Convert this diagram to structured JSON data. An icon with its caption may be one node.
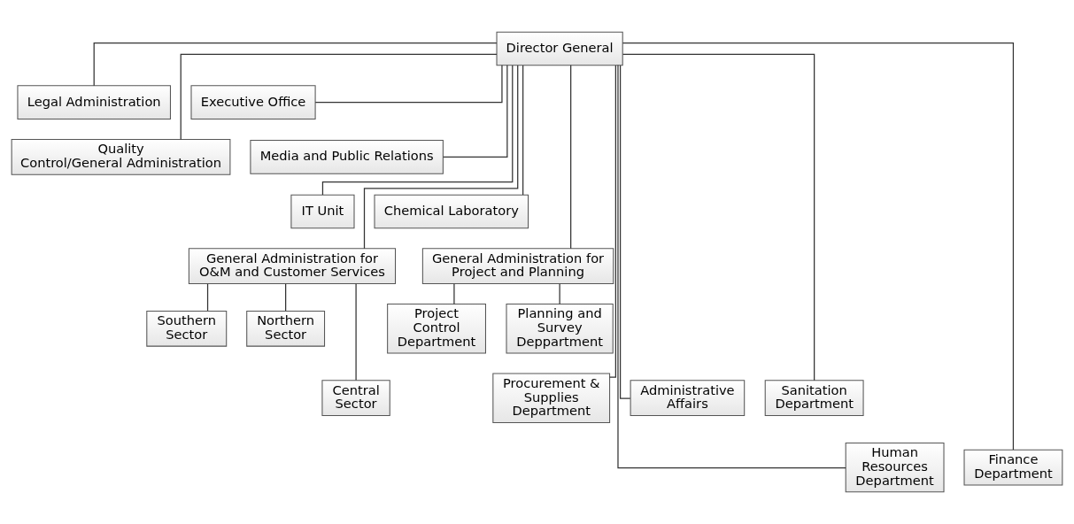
{
  "diagram": {
    "nodes": [
      {
        "text": [
          "Director General"
        ]
      },
      {
        "text": [
          "Legal Administration"
        ]
      },
      {
        "text": [
          "Executive Office"
        ]
      },
      {
        "text": [
          "Quality Control/General Administration"
        ]
      },
      {
        "text": [
          "Media and Public Relations"
        ]
      },
      {
        "text": [
          "IT Unit"
        ]
      },
      {
        "text": [
          "Chemical Laboratory"
        ]
      },
      {
        "text": [
          "General Administration for O&M and Customer Services"
        ]
      },
      {
        "text": [
          "General Administration for Project and Planning"
        ]
      },
      {
        "text": [
          "Procurement & Supplies Department"
        ]
      },
      {
        "text": [
          "Administrative Affairs"
        ]
      },
      {
        "text": [
          "Sanitation Department"
        ]
      },
      {
        "text": [
          "Southern Sector"
        ]
      },
      {
        "text": [
          "Northern Sector"
        ]
      },
      {
        "text": [
          "Project Control Department"
        ]
      },
      {
        "text": [
          "Planning and Survey Deppartment"
        ]
      },
      {
        "text": [
          "Human Resources Department"
        ]
      },
      {
        "text": [
          "Finance Department"
        ]
      },
      {
        "text": [
          "Central Sector"
        ]
      }
    ],
    "edges": [
      {
        "from": 0,
        "to": 1,
        "arrow": "none"
      },
      {
        "from": 0,
        "to": 2,
        "arrow": "none"
      },
      {
        "from": 0,
        "to": 3,
        "arrow": "none"
      },
      {
        "from": 0,
        "to": 4,
        "arrow": "none"
      },
      {
        "from": 0,
        "to": 5,
        "arrow": "none"
      },
      {
        "from": 0,
        "to": 6,
        "arrow": "none"
      },
      {
        "from": 0,
        "to": 7,
        "arrow": "none"
      },
      {
        "from": 0,
        "to": 8,
        "arrow": "none"
      },
      {
        "from": 0,
        "to": 9,
        "arrow": "none"
      },
      {
        "from": 0,
        "to": 16,
        "arrow": "none"
      },
      {
        "from": 0,
        "to": 10,
        "arrow": "none"
      },
      {
        "from": 0,
        "to": 17,
        "arrow": "none"
      },
      {
        "from": 0,
        "to": 11,
        "arrow": "none"
      },
      {
        "from": 7,
        "to": 12,
        "arrow": "none"
      },
      {
        "from": 7,
        "to": 18,
        "arrow": "none"
      },
      {
        "from": 7,
        "to": 13,
        "arrow": "none"
      },
      {
        "from": 8,
        "to": 14,
        "arrow": "none"
      },
      {
        "from": 8,
        "to": 15,
        "arrow": "none"
      }
    ]
  }
}
